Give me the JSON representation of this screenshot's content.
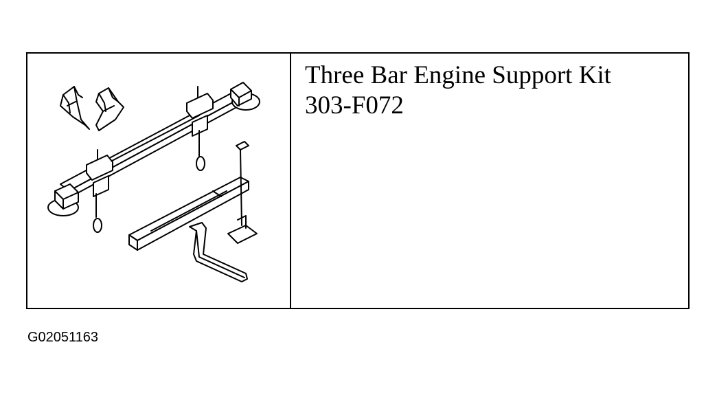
{
  "figure": {
    "title": "Three Bar Engine Support Kit",
    "part_number": "303-F072",
    "figure_id": "G02051163"
  }
}
